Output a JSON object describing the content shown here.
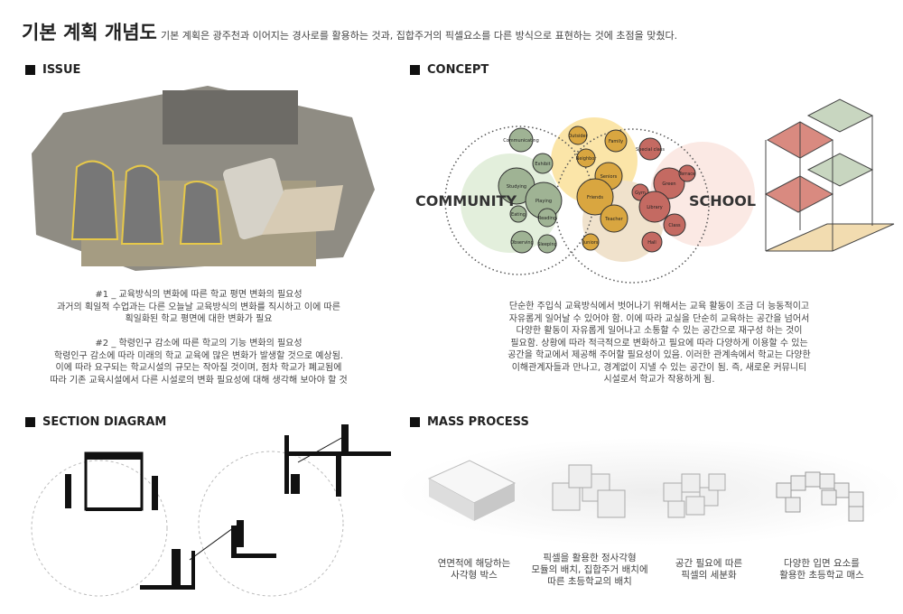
{
  "header": {
    "title": "기본 계획 개념도",
    "subtitle": "기본 계획은 광주천과 이어지는 경사로를 활용하는 것과, 집합주거의 픽셀요소를 다른 방식으로 표현하는 것에 초점을 맞췄다."
  },
  "issue": {
    "heading": "ISSUE",
    "text": "#1 _ 교육방식의 변화에 따른 학교 평면 변화의 필요성\n과거의 획일적 수업과는 다른 오늘날 교육방식의 변화를 직시하고 이에 따른\n획일화된 학교 평면에 대한 변화가 필요\n\n#2 _ 학령인구 감소에 따른 학교의 기능 변화의 필요성\n학령인구 감소에 따라 미래의 학교 교육에 많은 변화가 발생할 것으로 예상됨.\n이에 따라 요구되는 학교시설의 규모는 작아질 것이며, 점차 학교가 폐교됨에\n따라 기존 교육시설에서 다른 시설로의 변화 필요성에 대해 생각해 보아야 할 것"
  },
  "concept": {
    "heading": "CONCEPT",
    "left_label": "COMMUNITY",
    "right_label": "SCHOOL",
    "bubbles": [
      "Communicating",
      "Exhibit",
      "Studying",
      "Playing",
      "Eating",
      "Reading",
      "Observing",
      "Sleeping",
      "Outsider",
      "Family",
      "Neighbor",
      "Seniors",
      "Friends",
      "Teacher",
      "Juniors",
      "Special class",
      "Green",
      "Terrace",
      "Gym",
      "Library",
      "Class",
      "Hall"
    ],
    "colors": {
      "community": "#9fb394",
      "shared": "#d9a640",
      "school": "#c46a62"
    },
    "text": "단순한 주입식 교육방식에서 벗어나기 위해서는 교육 활동이 조금 더 능동적이고\n자유롭게 일어날 수 있어야 함. 이에 따라 교실을 단순히 교육하는 공간을 넘어서\n다양한 활동이 자유롭게 일어나고 소통할 수 있는 공간으로 재구성 하는 것이\n필요함. 상황에 따라 적극적으로 변화하고 필요에 따라 다양하게 이용할 수 있는\n공간을 학교에서 제공해 주어할 필요성이 있음. 이러한 관계속에서 학교는 다양한\n이해관계자들과 만나고, 경계없이 지낼 수 있는 공간이 됨. 즉, 새로운 커뮤니티\n시설로서 학교가 작용하게 됨."
  },
  "section": {
    "heading": "SECTION DIAGRAM"
  },
  "mass": {
    "heading": "MASS PROCESS",
    "captions": [
      "연면적에 해당하는\n사각형 박스",
      "픽셀을 활용한 정사각형\n모듈의 배치, 집합주거 배치에\n따른 초등학교의 배치",
      "공간 필요에 따른\n픽셀의 세분화",
      "다양한 입면 요소를\n활용한 초등학교 매스"
    ]
  }
}
